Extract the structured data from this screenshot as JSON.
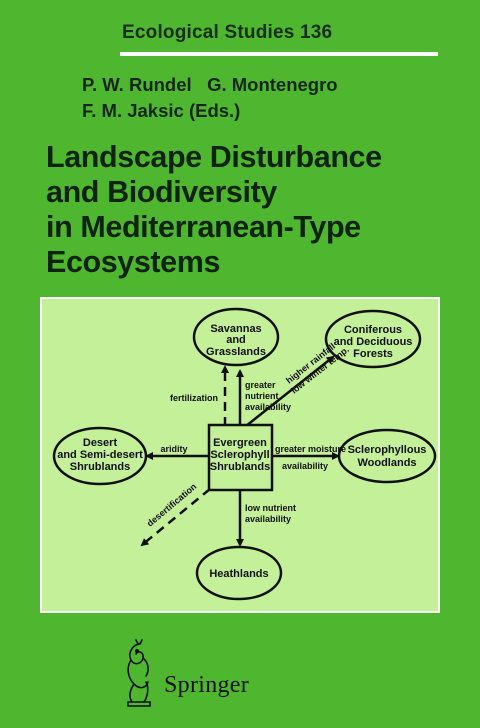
{
  "series": "Ecological Studies 136",
  "editors": {
    "line1": "P. W. Rundel   G. Montenegro",
    "line2": "F. M. Jaksic (Eds.)"
  },
  "title_lines": [
    "Landscape Disturbance",
    "and Biodiversity",
    "in Mediterranean-Type",
    "Ecosystems"
  ],
  "diagram": {
    "center": [
      "Evergreen",
      "Sclerophyll",
      "Shrublands"
    ],
    "top": [
      "Savannas",
      "and",
      "Grasslands"
    ],
    "top_right": [
      "Coniferous",
      "and Deciduous",
      "Forests"
    ],
    "left": [
      "Desert",
      "and Semi-desert",
      "Shrublands"
    ],
    "right": [
      "Sclerophyllous",
      "Woodlands"
    ],
    "bottom": [
      "Heathlands"
    ],
    "arrows": {
      "fertilization": "fertilization",
      "nutrient_up": [
        "greater",
        "nutrient",
        "availability"
      ],
      "rainfall": [
        "higher rainfall",
        "low winter temp."
      ],
      "aridity": "aridity",
      "moisture": [
        "greater moisture",
        "availability"
      ],
      "desertification": "desertification",
      "nutrient_low": [
        "low nutrient",
        "availability"
      ]
    }
  },
  "publisher": "Springer",
  "colors": {
    "cover_green": "#4fb72f",
    "panel_fill": "#c5f09a",
    "rule": "#ffffff"
  }
}
